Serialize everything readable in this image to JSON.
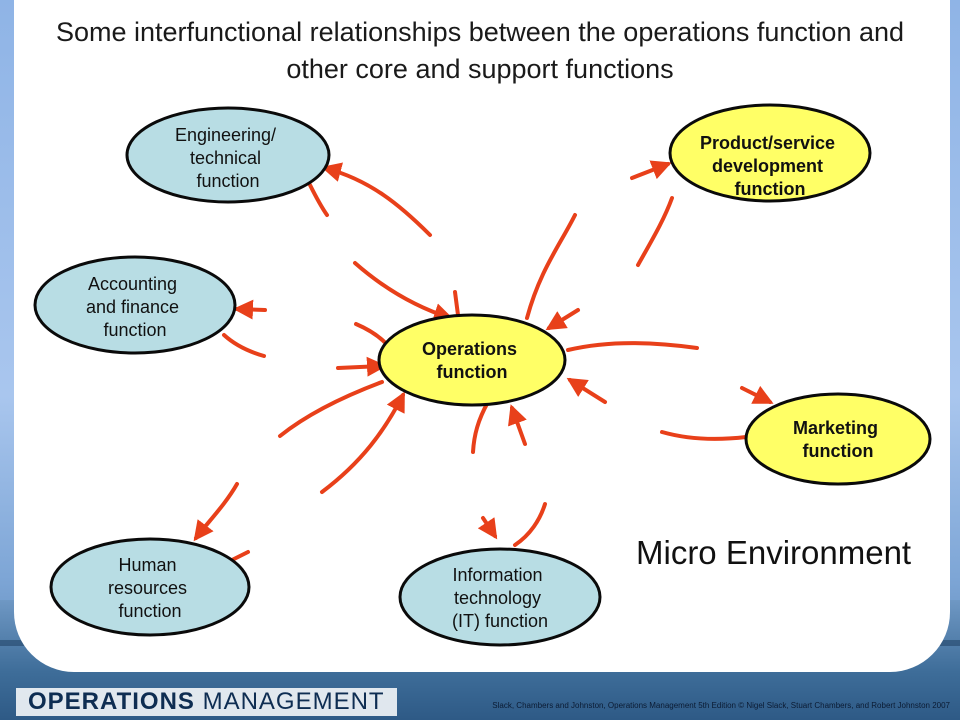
{
  "title": "Some interfunctional relationships between the operations function and other core and support functions",
  "nodes": {
    "engineering": {
      "lines": [
        "Engineering/",
        "technical",
        "function"
      ],
      "fill": "#b8dde4"
    },
    "accounting": {
      "lines": [
        "Accounting",
        "and finance",
        "function"
      ],
      "fill": "#b8dde4"
    },
    "human_resources": {
      "lines": [
        "Human",
        "resources",
        "function"
      ],
      "fill": "#b8dde4"
    },
    "it": {
      "lines": [
        "Information",
        "technology",
        "(IT) function"
      ],
      "fill": "#b8dde4"
    },
    "operations": {
      "lines": [
        "Operations",
        "function"
      ],
      "fill": "#ffff66"
    },
    "product_service": {
      "lines": [
        "Product/service",
        "development",
        "function"
      ],
      "fill": "#ffff66"
    },
    "marketing": {
      "lines": [
        "Marketing",
        "function"
      ],
      "fill": "#ffff66"
    }
  },
  "micro_environment": "Micro Environment",
  "footer": {
    "logo_bold": "OPERATIONS",
    "logo_light": "MANAGEMENT",
    "credit": "Slack, Chambers and Johnston, Operations Management 5th Edition © Nigel Slack, Stuart Chambers, and Robert Johnston 2007"
  },
  "colors": {
    "arrow": "#e8401a",
    "ellipse_stroke": "#0a0a0a"
  }
}
